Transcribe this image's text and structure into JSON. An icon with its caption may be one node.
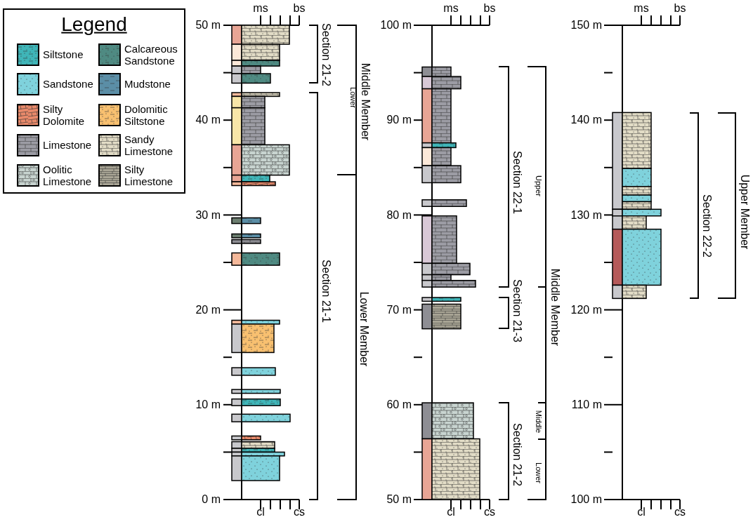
{
  "diagram": {
    "labels": [
      "Legend",
      "ms",
      "bs",
      "50 m",
      "Section 21-2",
      "Middle Member",
      "Lower",
      "40 m",
      "30 m",
      "Section 21-1",
      "Lower Member",
      "20 m",
      "10 m",
      "0 m",
      "cl",
      "cs",
      "ms",
      "bs",
      "100 m",
      "90 m",
      "Section 22-1",
      "Upper",
      "80 m",
      "Section 21-3",
      "Middle Member",
      "70 m",
      "60 m",
      "Middle",
      "Section 21-2",
      "Lower",
      "50 m",
      "cl",
      "cs",
      "ms",
      "bs",
      "150 m",
      "140 m",
      "Section 22-2",
      "Upper Member",
      "130 m",
      "120 m",
      "110 m",
      "100 m",
      "cl",
      "cs"
    ],
    "legend": [
      {
        "text": "Siltstone",
        "color": "#3fb5b8"
      },
      {
        "text": "Calcareous Sandstone",
        "color": "#4f8a82"
      },
      {
        "text": "Sandstone",
        "color": "#7fd2dc"
      },
      {
        "text": "Mudstone",
        "color": "#5b8ea6"
      },
      {
        "text": "Silty Dolomite",
        "color": "#e8896a"
      },
      {
        "text": "Dolomitic Siltstone",
        "color": "#f8c070"
      },
      {
        "text": "Limestone",
        "color": "#9c9ca4"
      },
      {
        "text": "Sandy Limestone",
        "color": "#e2dcc6"
      },
      {
        "text": "Oolitic Limestone",
        "color": "#c8d4d0"
      },
      {
        "text": "Silty Limestone",
        "color": "#aaa696"
      }
    ]
  }
}
